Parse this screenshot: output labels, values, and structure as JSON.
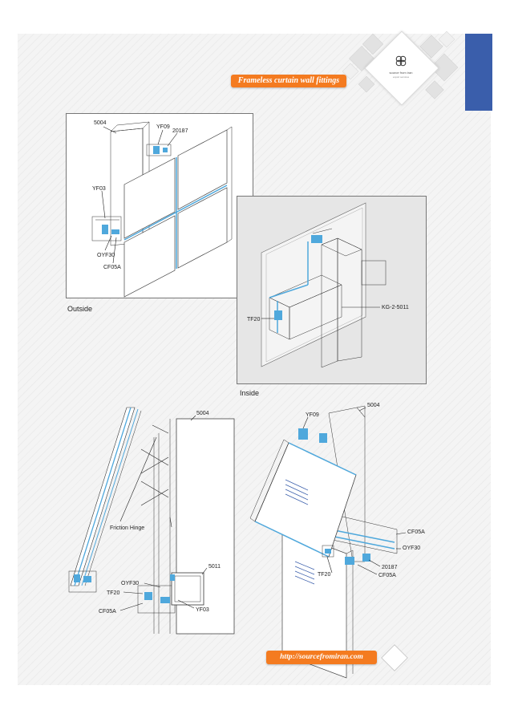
{
  "header": {
    "title": "Frameless curtain wall fittings",
    "logo_text": "source from iran",
    "logo_subtext": "export services"
  },
  "footer": {
    "url": "http://sourcefromiran.com"
  },
  "colors": {
    "accent_orange": "#f47b20",
    "brand_blue": "#3a5eab",
    "profile_blue": "#4fa8dc"
  },
  "figures": {
    "outside": {
      "caption": "Outside",
      "labels": {
        "a": "5004",
        "b": "YF09",
        "c": "20187",
        "d": "YF03",
        "e": "OYF30",
        "f": "CF05A"
      }
    },
    "inside": {
      "caption": "Inside",
      "labels": {
        "a": "KG-2-5011",
        "b": "TF20"
      }
    },
    "section": {
      "labels": {
        "a": "5004",
        "b": "Friction Hinge",
        "c": "5011",
        "d": "OYF30",
        "e": "TF20",
        "f": "CF05A",
        "g": "YF03"
      }
    },
    "open_window": {
      "labels": {
        "a": "YF09",
        "b": "5004",
        "c": "CF05A",
        "d": "OYF30",
        "e": "20187",
        "f": "TF20",
        "g": "CF05A"
      }
    }
  }
}
